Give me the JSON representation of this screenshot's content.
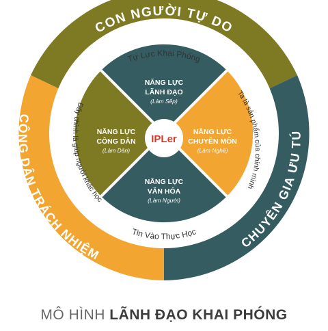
{
  "colors": {
    "olive": "#7d7a23",
    "teal": "#355c61",
    "orange": "#f2a531",
    "hub_text": "#d23a2b"
  },
  "outer_ring": {
    "top": "CON NGƯỜI TỰ DO",
    "left": "CÔNG DÂN TRÁCH NHIỆM",
    "right": "CHUYÊN GIA ƯU TÚ"
  },
  "white_band": {
    "top": "Tự Lực Khai Phóng",
    "bottom": "Tin Vào Thực Học",
    "left": "Dấy chính là giúp người khác học",
    "right": "Ta là sản phẩm của chính mình"
  },
  "quadrants": {
    "top": {
      "line1": "NĂNG LỰC",
      "line2": "LÃNH ĐẠO",
      "sub": "(Làm Sếp)"
    },
    "left": {
      "line1": "NĂNG LỰC",
      "line2": "CÔNG DÂN",
      "sub": "(Làm Dân)"
    },
    "right": {
      "line1": "NĂNG LỰC",
      "line2": "CHUYÊN MÔN",
      "sub": "(Làm Nghề)"
    },
    "bottom": {
      "line1": "NĂNG LỰC",
      "line2": "VĂN HÓA",
      "sub": "(Làm Người)"
    }
  },
  "hub": {
    "label": "IPLer"
  },
  "caption": {
    "prefix": "MÔ HÌNH",
    "bold": "LÃNH ĐẠO KHAI PHÓNG"
  }
}
